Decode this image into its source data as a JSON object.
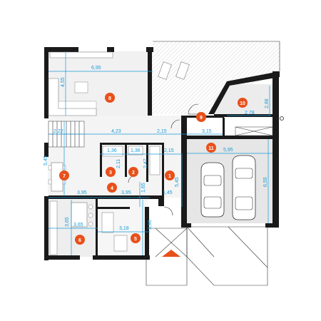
{
  "plan": {
    "rooms": [
      {
        "id": "1",
        "color": "#e8501a"
      },
      {
        "id": "2",
        "color": "#e8501a"
      },
      {
        "id": "3",
        "color": "#e8501a"
      },
      {
        "id": "4",
        "color": "#e8501a"
      },
      {
        "id": "5",
        "color": "#e8501a"
      },
      {
        "id": "6",
        "color": "#e8501a"
      },
      {
        "id": "7",
        "color": "#e8501a"
      },
      {
        "id": "8",
        "color": "#e8501a"
      },
      {
        "id": "9",
        "color": "#e8501a"
      },
      {
        "id": "10",
        "color": "#e8501a"
      },
      {
        "id": "11",
        "color": "#e8501a"
      }
    ],
    "dimensions": {
      "living_width": "6,95",
      "living_depth": "4,55",
      "stair_width": "2,22",
      "hall_width": "4,23",
      "vestibule_width": "2,15",
      "entry_width": "3,15",
      "bath_width": "1,36",
      "wc_width": "1,36",
      "hall2_width": "2,15",
      "bath_depth": "2,11",
      "wc_depth": "2,47",
      "dining_depth": "5,45",
      "hall_depth": "5,45",
      "dining_width": "3,95",
      "room4_width": "3,95",
      "small_width": "1,45",
      "small_depth": "1,65",
      "kitchen_depth": "3,65",
      "kitchen_width": "3,65",
      "room5_width": "3,18",
      "room5_depth": "3,90",
      "garage_width": "5,95",
      "garage_depth": "6,55",
      "storage_width": "2,78",
      "storage_depth": "2,88"
    },
    "colors": {
      "walls": "#1a1a1a",
      "dimension_lines": "#1b9bd8",
      "room_markers": "#e8501a",
      "floor_gray": "#eeeeee",
      "garage_floor": "#e5e5e5"
    }
  }
}
